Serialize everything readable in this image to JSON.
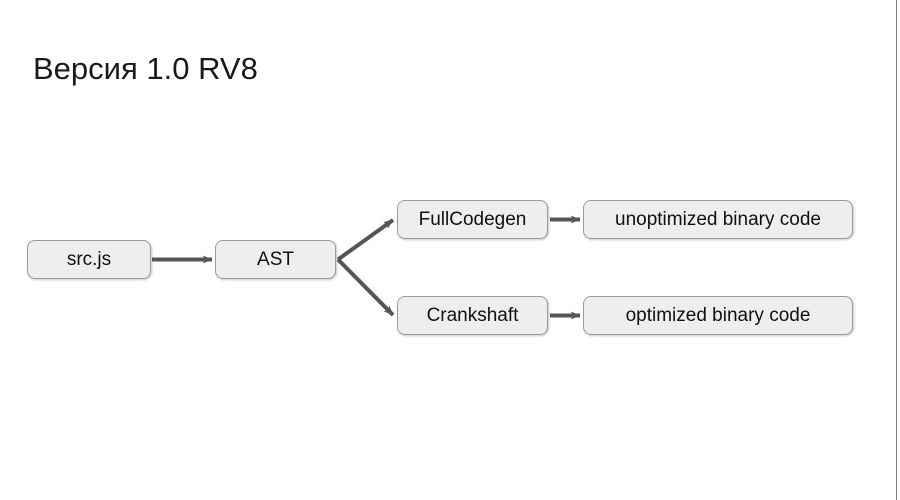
{
  "slide": {
    "title": "Версия 1.0 RV8",
    "background_color": "#ffffff",
    "edge_line_color": "#7a7a7a"
  },
  "diagram": {
    "type": "flowchart",
    "node_fill_color": "#eeeeee",
    "node_border_color": "#9a9a9a",
    "arrow_color": "#555555",
    "text_color": "#111111",
    "nodes": [
      {
        "id": "src",
        "label": "src.js"
      },
      {
        "id": "ast",
        "label": "AST"
      },
      {
        "id": "full",
        "label": "FullCodegen"
      },
      {
        "id": "crank",
        "label": "Crankshaft"
      },
      {
        "id": "unopt",
        "label": "unoptimized binary code"
      },
      {
        "id": "opt",
        "label": "optimized binary code"
      }
    ],
    "edges": [
      {
        "from": "src",
        "to": "ast",
        "style": "straight"
      },
      {
        "from": "ast",
        "to": "full",
        "style": "diagonal-up"
      },
      {
        "from": "ast",
        "to": "crank",
        "style": "diagonal-down"
      },
      {
        "from": "full",
        "to": "unopt",
        "style": "straight"
      },
      {
        "from": "crank",
        "to": "opt",
        "style": "straight"
      }
    ]
  }
}
